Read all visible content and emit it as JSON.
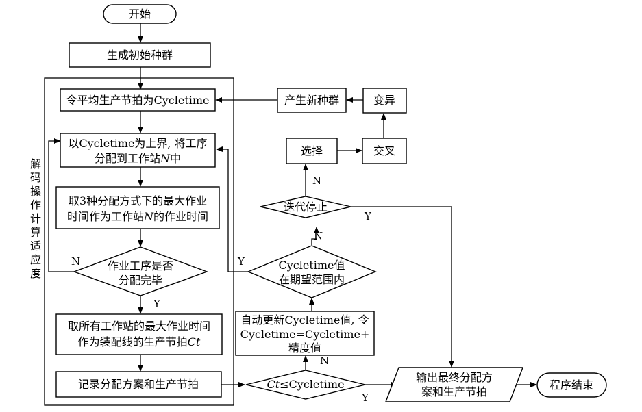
{
  "nodes": {
    "start": "开始",
    "init": "生成初始种群",
    "set_avg": "令平均生产节拍为Cycletime",
    "assign1": "以Cycletime为上界, 将工序",
    "assign2_pre": "分配到工作站",
    "assign2_n": "N",
    "assign2_post": "中",
    "max1": "取3种分配方式下的最大作业",
    "max2_pre": "时间作为工作站",
    "max2_n": "N",
    "max2_post": "的作业时间",
    "done1": "作业工序是否",
    "done2": "分配完毕",
    "maxall1": "取所有工作站的最大作业时间",
    "maxall2_pre": "作为装配线的生产节拍",
    "maxall2_ct": "Ct",
    "record": "记录分配方案和生产节拍",
    "compare_ct": "Ct",
    "compare_rest": "≤Cycletime",
    "update1": "自动更新Cycletime值, 令",
    "update2": "Cycletime=Cycletime+",
    "update3": "精度值",
    "inrange1": "Cycletime值",
    "inrange2": "在期望范围内",
    "stop": "迭代停止",
    "select": "选择",
    "crossover": "交叉",
    "mutate": "变异",
    "newpop": "产生新种群",
    "output1": "输出最终分配方",
    "output2": "案和生产节拍",
    "end": "程序结束"
  },
  "group_label": [
    "解",
    "码",
    "操",
    "作",
    "计",
    "算",
    "适",
    "应",
    "度"
  ],
  "edge_labels": {
    "done_no": "N",
    "done_yes": "Y",
    "inrange_yes": "Y",
    "inrange_no": "N",
    "stop_no": "N",
    "stop_yes": "Y",
    "compare_no": "N",
    "compare_yes": "Y"
  }
}
